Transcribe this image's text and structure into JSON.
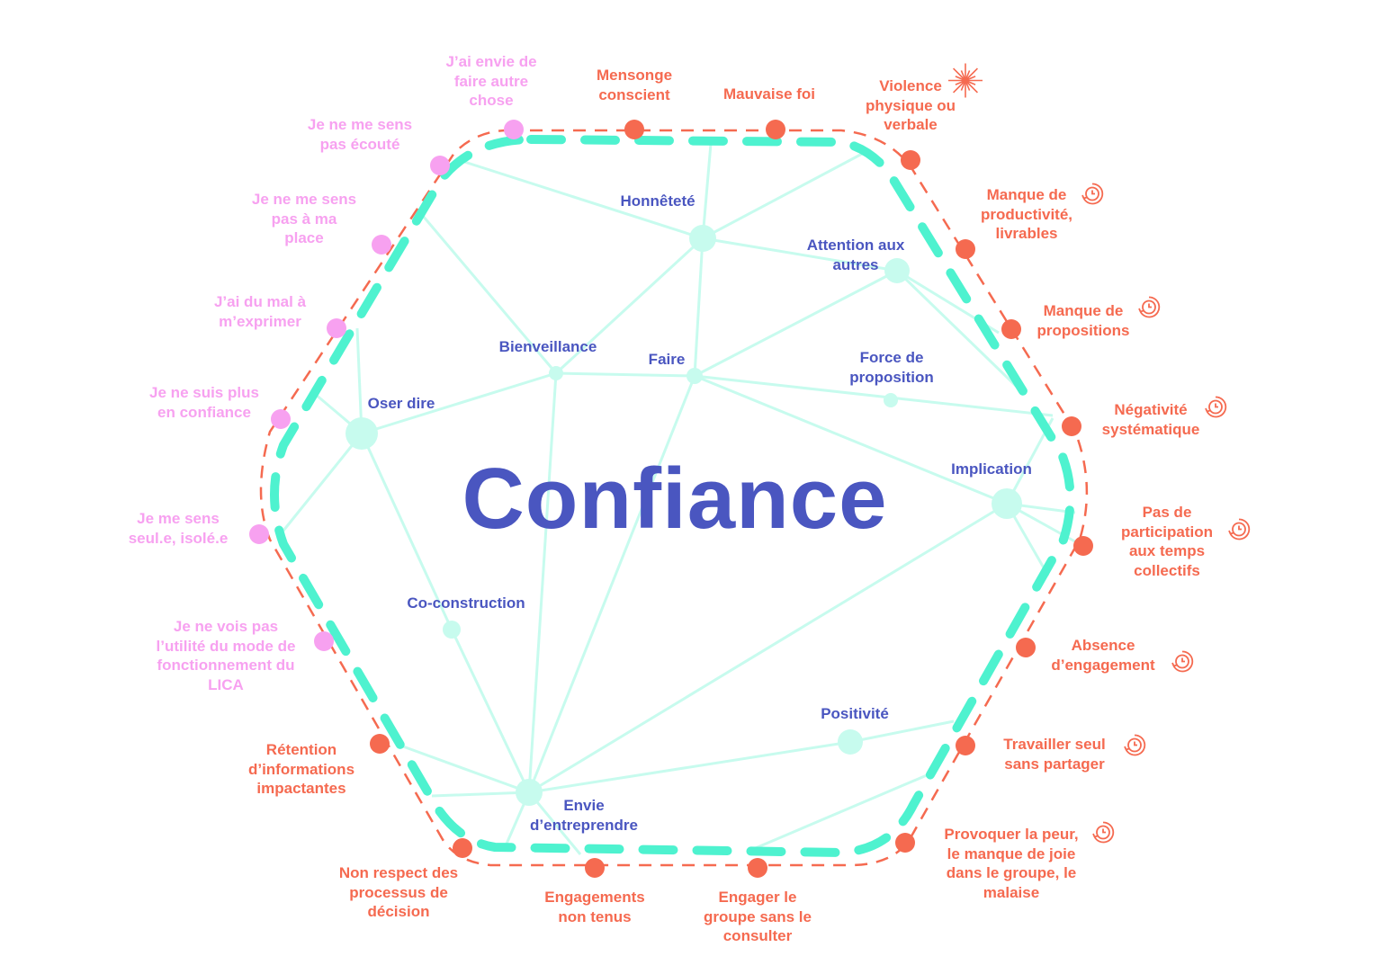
{
  "title": "Confiance",
  "colors": {
    "blue": "#4a56c0",
    "teal": "#4ef2cf",
    "light_teal": "#c7fbee",
    "red": "#f56a50",
    "pink": "#f7a1f0"
  },
  "nodes": [
    {
      "label": "Honnêteté"
    },
    {
      "label": "Attention aux\nautres"
    },
    {
      "label": "Faire"
    },
    {
      "label": "Bienveillance"
    },
    {
      "label": "Force de\nproposition"
    },
    {
      "label": "Oser dire"
    },
    {
      "label": "Implication"
    },
    {
      "label": "Co-construction"
    },
    {
      "label": "Positivité"
    },
    {
      "label": "Envie\nd’entreprendre"
    }
  ],
  "outer_items": [
    {
      "label": "J’ai envie de\nfaire autre\nchose",
      "kind": "pink",
      "icon": ""
    },
    {
      "label": "Je ne me sens\npas écouté",
      "kind": "pink",
      "icon": ""
    },
    {
      "label": "Je ne me sens\npas à ma\nplace",
      "kind": "pink",
      "icon": ""
    },
    {
      "label": "J’ai du mal à\nm’exprimer",
      "kind": "pink",
      "icon": ""
    },
    {
      "label": "Je ne suis plus\nen confiance",
      "kind": "pink",
      "icon": ""
    },
    {
      "label": "Je me sens\nseul.e, isolé.e",
      "kind": "pink",
      "icon": ""
    },
    {
      "label": "Je ne vois pas\nl’utilité du mode de\nfonctionnement du\nLICA",
      "kind": "pink",
      "icon": ""
    },
    {
      "label": "Rétention\nd’informations\nimpactantes",
      "kind": "red",
      "icon": ""
    },
    {
      "label": "Non respect des\nprocessus de\ndécision",
      "kind": "red",
      "icon": ""
    },
    {
      "label": "Engagements\nnon tenus",
      "kind": "red",
      "icon": ""
    },
    {
      "label": "Engager le\ngroupe sans le\nconsulter",
      "kind": "red",
      "icon": ""
    },
    {
      "label": "Provoquer la peur,\nle manque de joie\ndans le groupe, le\nmalaise",
      "kind": "red",
      "icon": "clock-icon"
    },
    {
      "label": "Travailler seul\nsans partager",
      "kind": "red",
      "icon": "clock-icon"
    },
    {
      "label": "Absence\nd’engagement",
      "kind": "red",
      "icon": "clock-icon"
    },
    {
      "label": "Pas de\nparticipation\naux temps\ncollectifs",
      "kind": "red",
      "icon": "clock-icon"
    },
    {
      "label": "Négativité\nsystématique",
      "kind": "red",
      "icon": "clock-icon"
    },
    {
      "label": "Manque de\npropositions",
      "kind": "red",
      "icon": "clock-icon"
    },
    {
      "label": "Manque de\nproductivité,\nlivrables",
      "kind": "red",
      "icon": "clock-icon"
    },
    {
      "label": "Violence\nphysique ou\nverbale",
      "kind": "red",
      "icon": "starburst-icon"
    },
    {
      "label": "Mauvaise foi",
      "kind": "red",
      "icon": ""
    },
    {
      "label": "Mensonge\nconscient",
      "kind": "red",
      "icon": ""
    }
  ]
}
